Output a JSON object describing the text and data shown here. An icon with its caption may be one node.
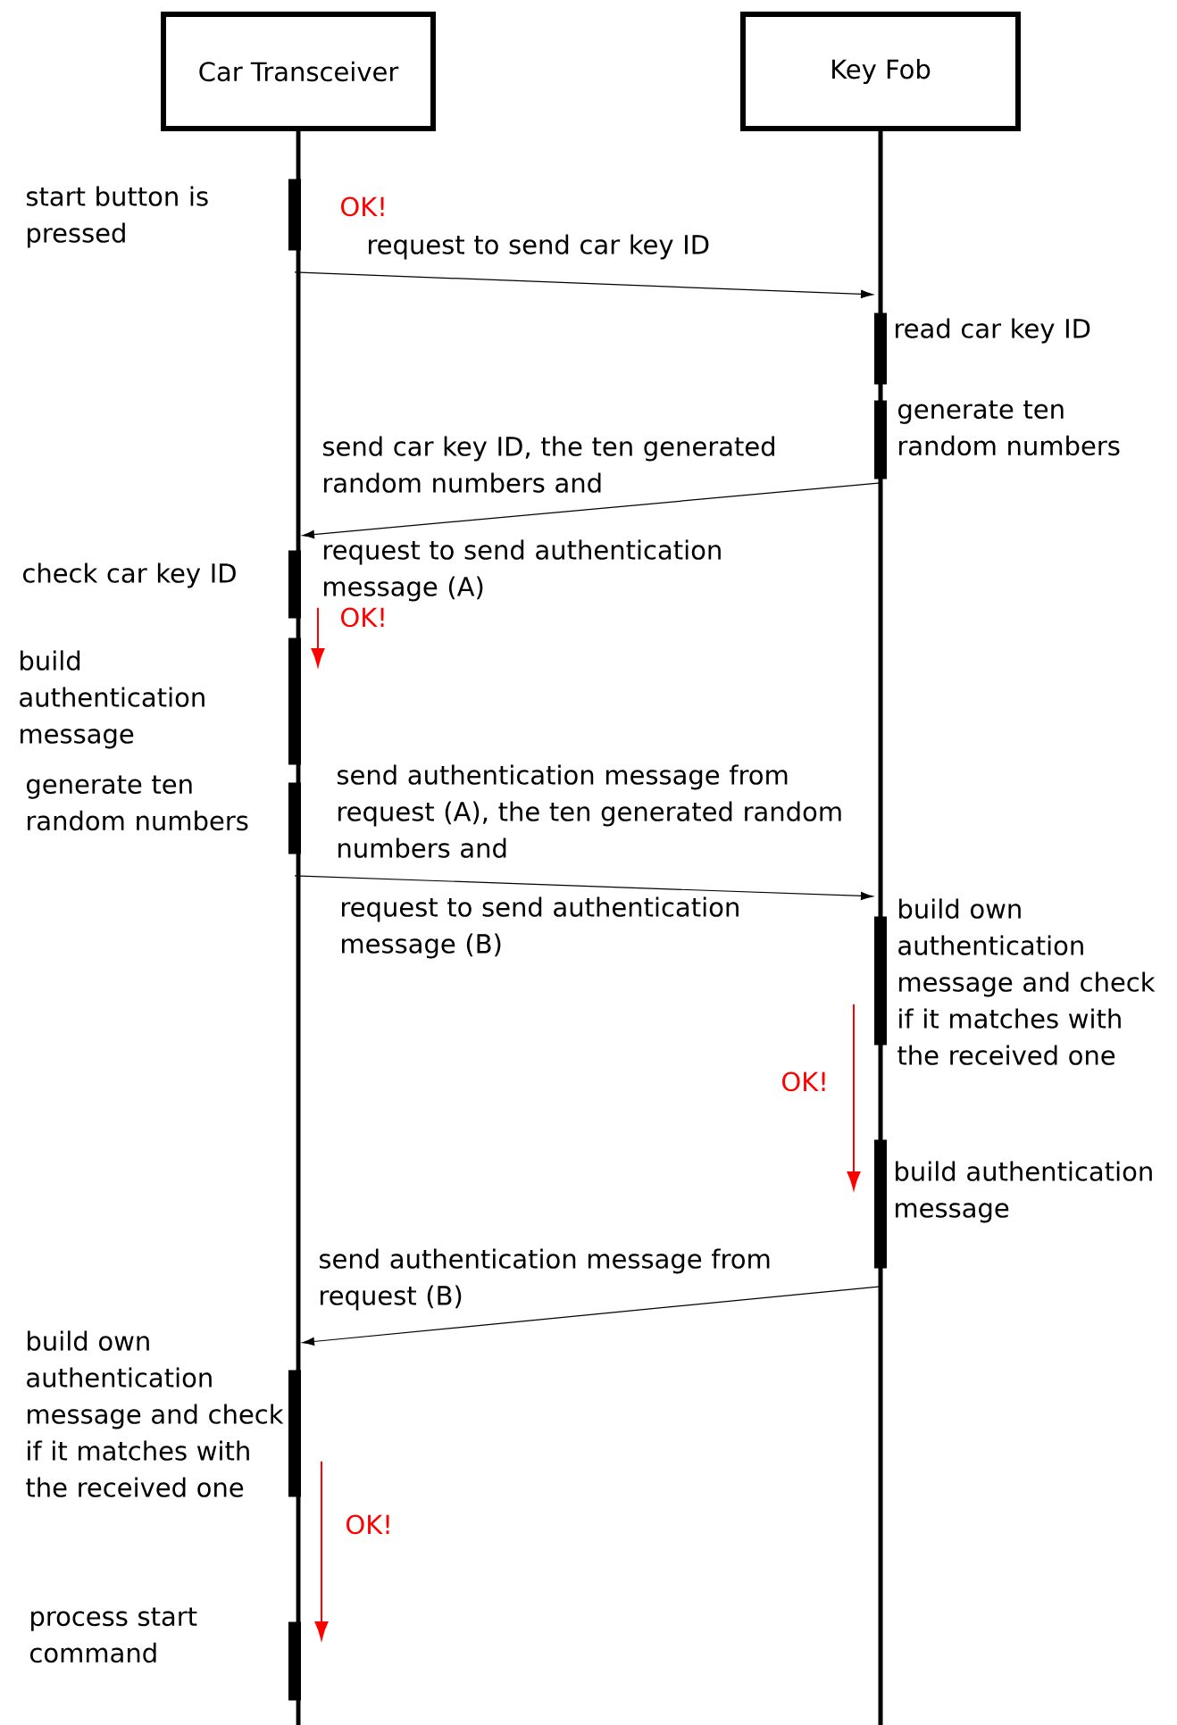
{
  "diagram": {
    "nodes": [
      {
        "text": [
          "Car Transceiver"
        ]
      },
      {
        "text": [
          "Key Fob"
        ]
      },
      {
        "text": [],
        "shape": "bar",
        "beside": [
          "start button is pressed"
        ]
      },
      {
        "text": [],
        "shape": "bar",
        "beside": [
          "read car key ID"
        ]
      },
      {
        "text": [],
        "shape": "bar",
        "beside": [
          "generate ten random numbers"
        ]
      },
      {
        "text": [],
        "shape": "bar",
        "beside": [
          "check car key ID"
        ]
      },
      {
        "text": [],
        "shape": "bar",
        "beside": [
          "build authentication message"
        ]
      },
      {
        "text": [],
        "shape": "bar",
        "beside": [
          "generate ten random numbers"
        ]
      },
      {
        "text": [],
        "shape": "bar",
        "beside": [
          "build own authentication message and check if it matches with the received one"
        ]
      },
      {
        "text": [],
        "shape": "bar",
        "beside": [
          "build authentication message"
        ]
      },
      {
        "text": [],
        "shape": "bar",
        "beside": [
          "build own authentication message and check if it matches with the received one"
        ]
      },
      {
        "text": [],
        "shape": "bar",
        "beside": [
          "process start command"
        ]
      }
    ],
    "edges": [
      {
        "from": 2,
        "to": 3,
        "arrow": "to",
        "label": "request to send car key ID"
      },
      {
        "from": 4,
        "to": 5,
        "arrow": "to",
        "label": "send car key ID, the ten generated random numbers and"
      },
      {
        "from": 5,
        "to": 6,
        "arrow": "to",
        "label": "OK!",
        "color": "#ff0000"
      },
      {
        "from": 7,
        "to": 8,
        "arrow": "to",
        "label": "send authentication message from request (A), the ten generated random numbers and"
      },
      {
        "from": 8,
        "to": 9,
        "arrow": "to",
        "label": "OK!",
        "color": "#ff0000"
      },
      {
        "from": 9,
        "to": 10,
        "arrow": "to",
        "label": "send authentication message from request (B)"
      },
      {
        "from": 10,
        "to": 11,
        "arrow": "to",
        "label": "OK!",
        "color": "#ff0000"
      }
    ],
    "labels": [
      "OK!",
      "request to send authentication message (A)",
      "request to send authentication message (B)"
    ]
  }
}
